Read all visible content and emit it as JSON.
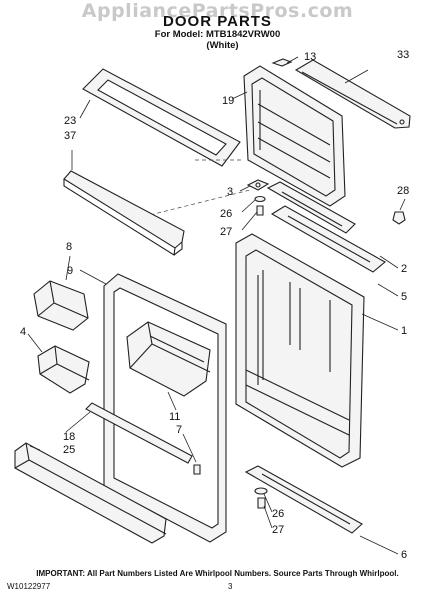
{
  "watermark": "AppliancePartsPros.com",
  "title": "DOOR PARTS",
  "model_line": "For Model: MTB1842VRW00",
  "color_line": "(White)",
  "footer_note": "IMPORTANT: All Part Numbers Listed Are Whirlpool Numbers. Source Parts Through Whirlpool.",
  "document_number": "W10122977",
  "page_number": "3",
  "callouts": {
    "c13": "13",
    "c33": "33",
    "c19": "19",
    "c23": "23",
    "c37": "37",
    "c3": "3",
    "c26_top": "26",
    "c27_top": "27",
    "c28": "28",
    "c8": "8",
    "c9": "9",
    "c2": "2",
    "c5": "5",
    "c4": "4",
    "c1": "1",
    "c11": "11",
    "c7": "7",
    "c18": "18",
    "c25": "25",
    "c26_bottom": "26",
    "c27_bottom": "27",
    "c6": "6"
  }
}
